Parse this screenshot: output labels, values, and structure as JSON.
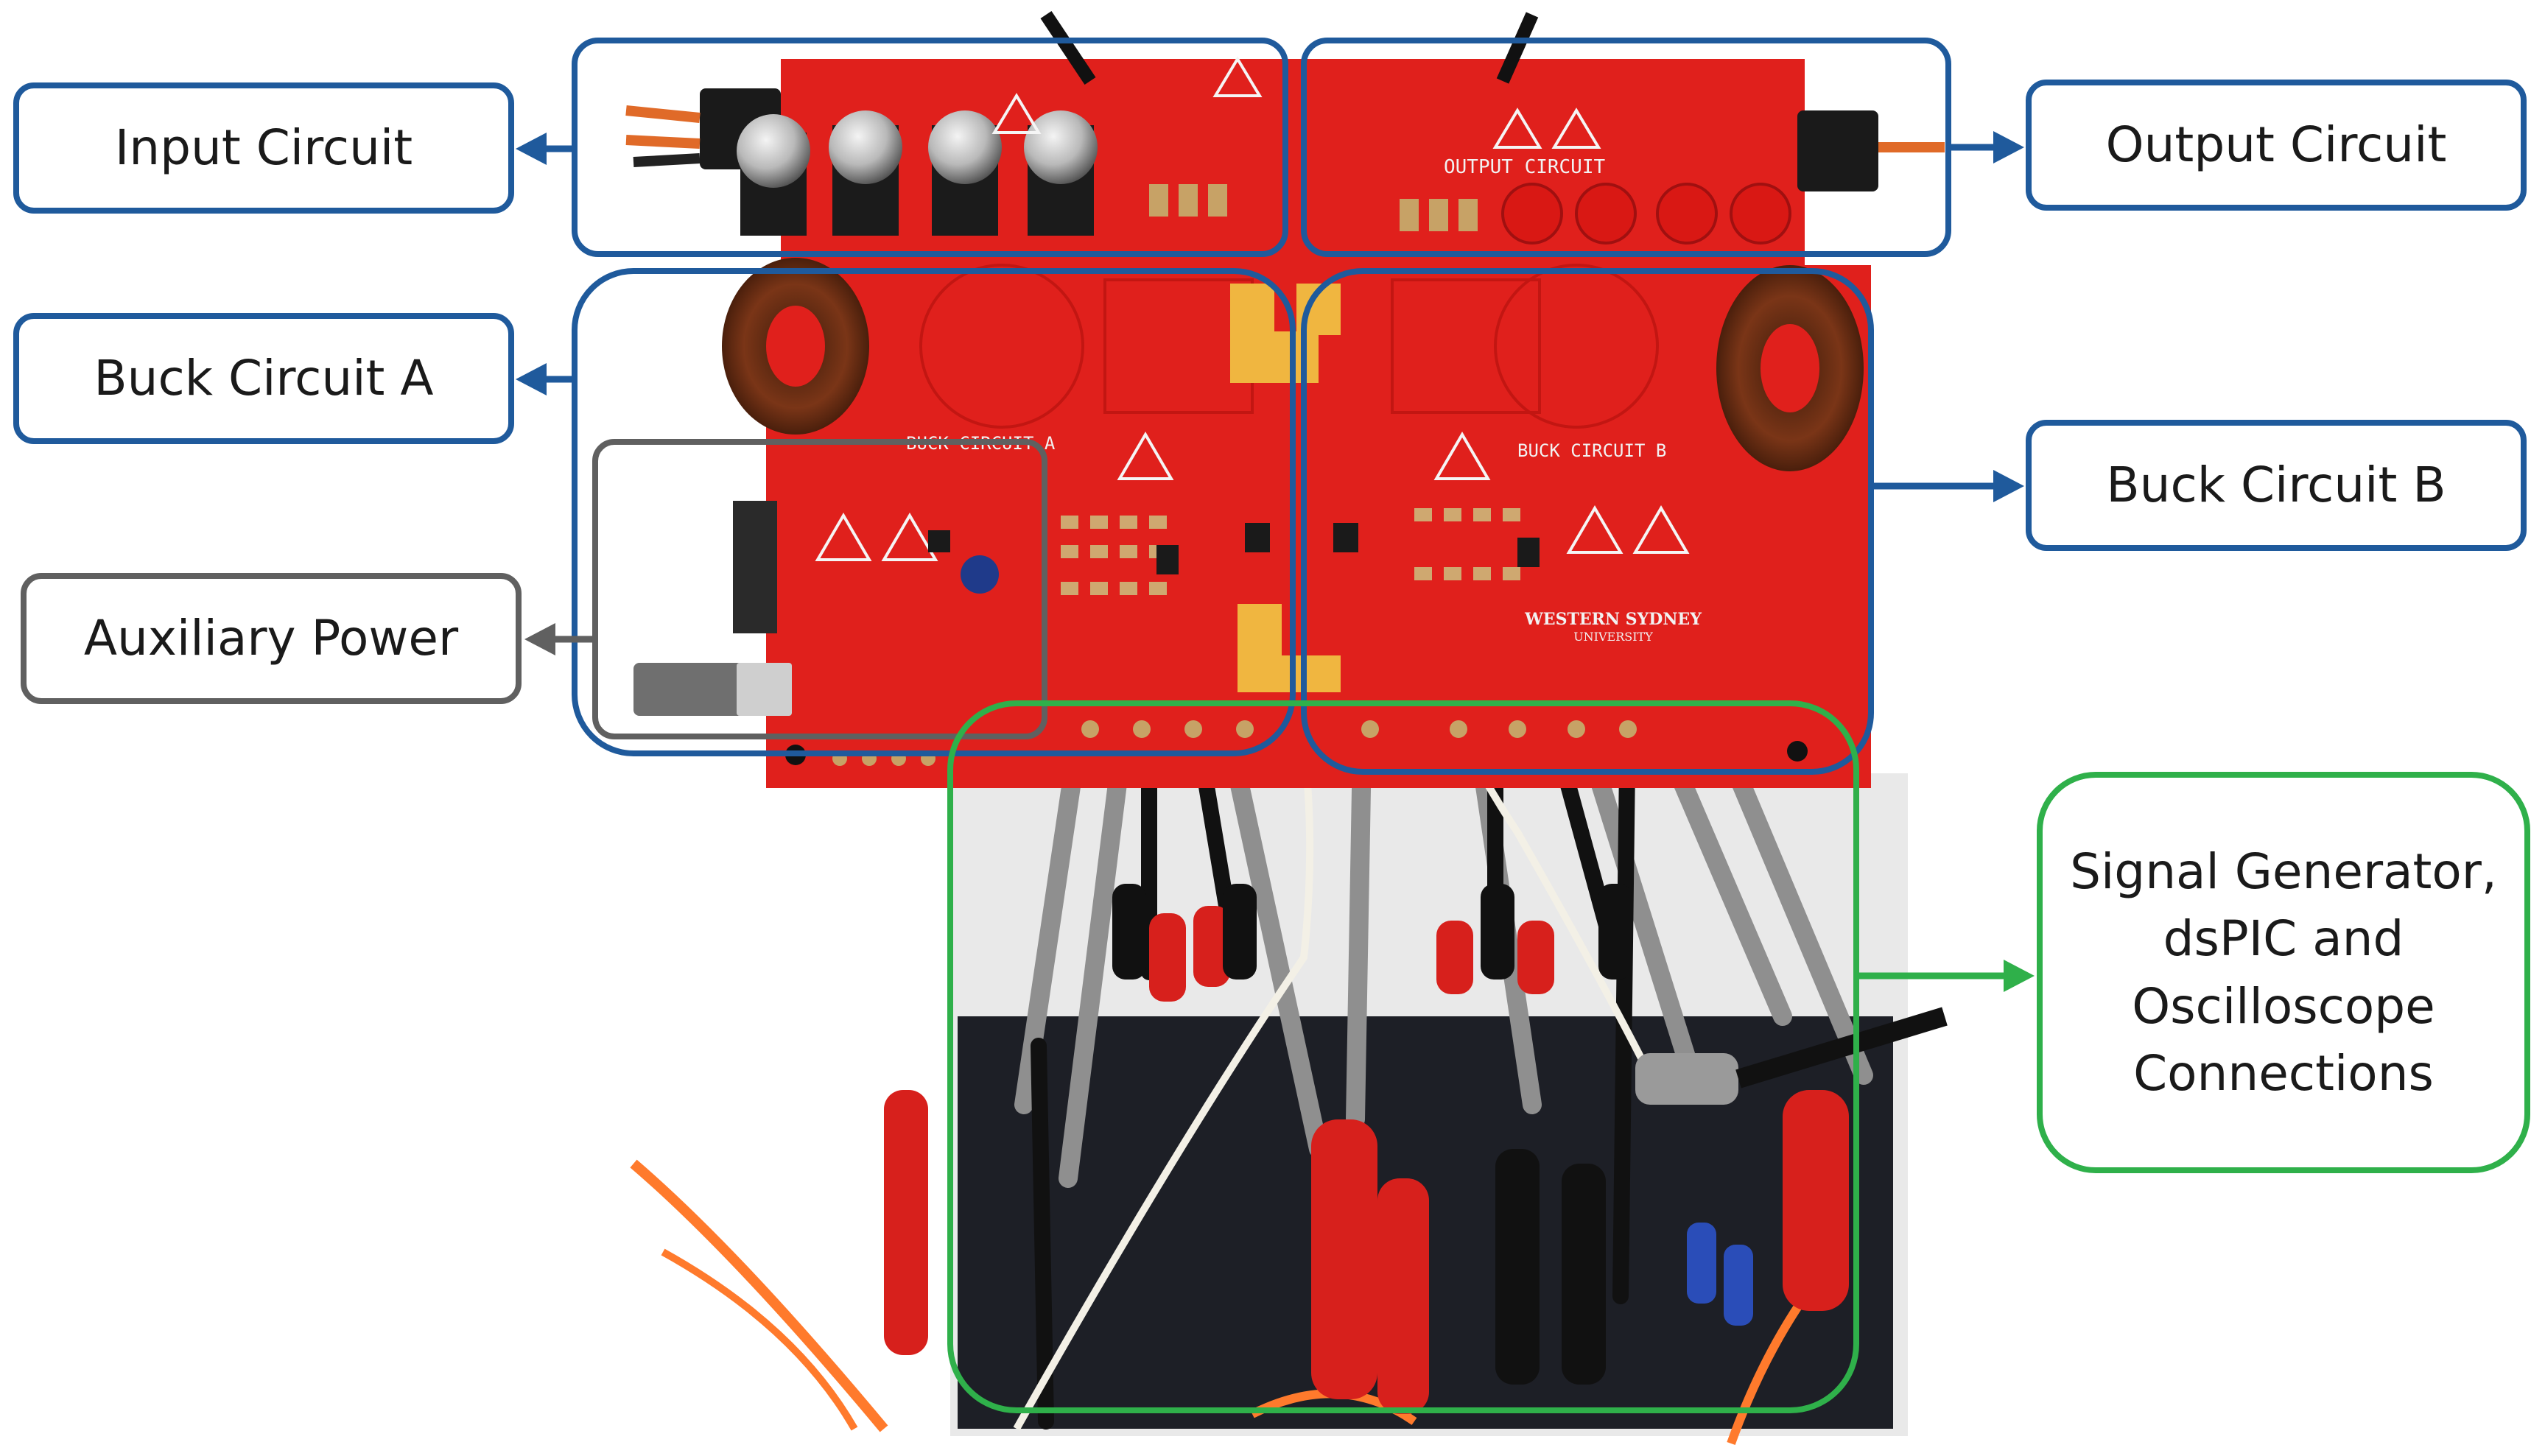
{
  "labels": {
    "input_circuit": "Input Circuit",
    "output_circuit": "Output Circuit",
    "buck_a": "Buck Circuit A",
    "buck_b": "Buck Circuit B",
    "aux_power": "Auxiliary Power",
    "signal_gen": "Signal Generator,\ndsPIC and\nOscilloscope\nConnections"
  },
  "board_silkscreen": {
    "output_circuit": "OUTPUT CIRCUIT",
    "buck_a": "BUCK CIRCUIT A",
    "buck_b": "BUCK CIRCUIT B",
    "university": "WESTERN SYDNEY",
    "university_sub": "UNIVERSITY"
  },
  "colors": {
    "blue": "#1f5a9c",
    "gray": "#606060",
    "green": "#2fb04a",
    "board_red": "#e0201c"
  }
}
